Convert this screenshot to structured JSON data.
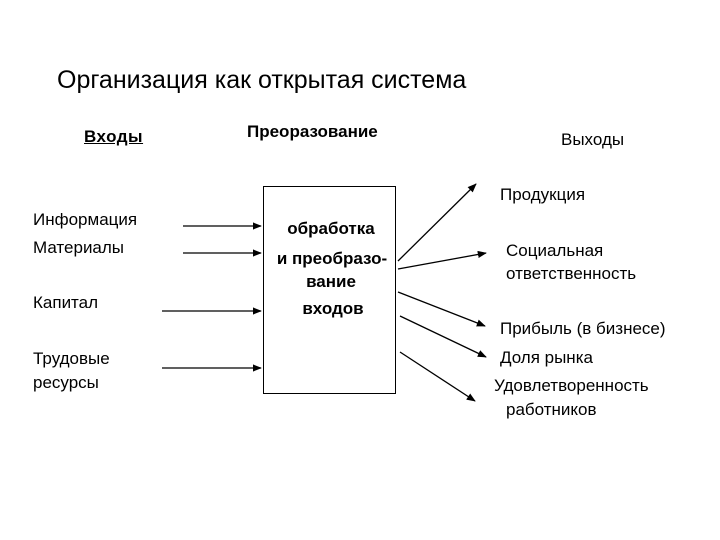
{
  "title": "Организация как открытая система",
  "headers": {
    "inputs": "Входы",
    "transformation": "Преоразование",
    "outputs": "Выходы"
  },
  "inputs": {
    "info": "Информация",
    "materials": "Материалы",
    "capital": "Капитал",
    "labor_line1": "Трудовые",
    "labor_line2": "ресурсы"
  },
  "process": {
    "line1": "обработка",
    "line2": "и преобразо-",
    "line3": "вание",
    "line4": "входов"
  },
  "outputs": {
    "products": "Продукция",
    "social_line1": "Социальная",
    "social_line2": "ответственность",
    "profit": "Прибыль (в бизнесе)",
    "market_share": "Доля рынка",
    "satisfaction_line1": "Удовлетворенность",
    "satisfaction_line2": "работников"
  }
}
